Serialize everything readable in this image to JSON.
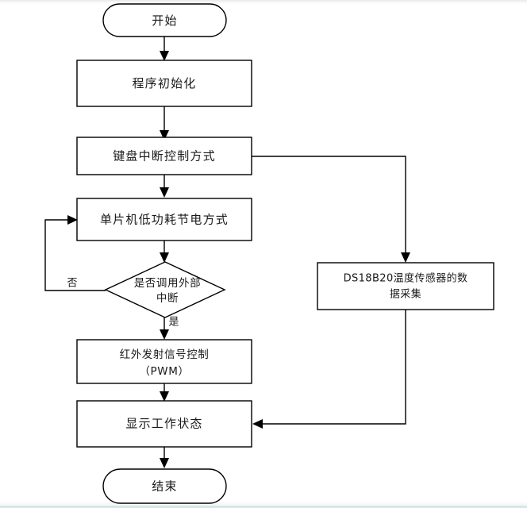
{
  "diagram": {
    "type": "flowchart",
    "title": "",
    "orientation": "top-to-bottom",
    "background_color": "#ffffff",
    "line_color": "#000000",
    "shape_fill": "#ffffff",
    "nodes": [
      {
        "id": "start",
        "shape": "terminator",
        "label": "开始"
      },
      {
        "id": "init",
        "shape": "process",
        "label": "程序初始化"
      },
      {
        "id": "keypad",
        "shape": "process",
        "label": "键盘中断控制方式"
      },
      {
        "id": "lowpower",
        "shape": "process",
        "label": "单片机低功耗节电方式"
      },
      {
        "id": "decision",
        "shape": "decision",
        "label_line1": "是否调用外部",
        "label_line2": "中断"
      },
      {
        "id": "ds18b20",
        "shape": "process",
        "label_line1": "DS18B20温度传感器的数",
        "label_line2": "据采集"
      },
      {
        "id": "irpwm",
        "shape": "process",
        "label_line1": "红外发射信号控制",
        "label_line2": "（PWM）"
      },
      {
        "id": "display",
        "shape": "process",
        "label": "显示工作状态"
      },
      {
        "id": "end",
        "shape": "terminator",
        "label": "结束"
      }
    ],
    "edges": [
      {
        "from": "start",
        "to": "init",
        "label": ""
      },
      {
        "from": "init",
        "to": "keypad",
        "label": ""
      },
      {
        "from": "keypad",
        "to": "lowpower",
        "label": ""
      },
      {
        "from": "lowpower",
        "to": "decision",
        "label": ""
      },
      {
        "from": "decision",
        "to": "lowpower",
        "label": "否"
      },
      {
        "from": "decision",
        "to": "irpwm",
        "label": "是"
      },
      {
        "from": "keypad",
        "to": "ds18b20",
        "label": ""
      },
      {
        "from": "ds18b20",
        "to": "display",
        "label": ""
      },
      {
        "from": "irpwm",
        "to": "display",
        "label": ""
      },
      {
        "from": "display",
        "to": "end",
        "label": ""
      }
    ]
  }
}
